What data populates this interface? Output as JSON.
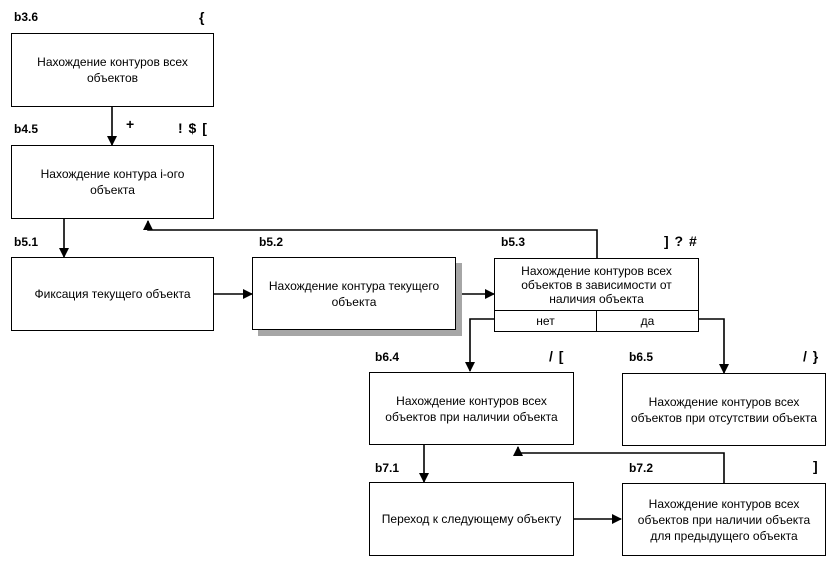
{
  "diagram": {
    "nodes": {
      "b36": {
        "id": "b3.6",
        "symbols": "{",
        "text": "Нахождение контуров всех объектов"
      },
      "b45": {
        "id": "b4.5",
        "symbols": "! $ [",
        "text": "Нахождение контура i-ого объекта"
      },
      "b51": {
        "id": "b5.1",
        "symbols": "",
        "text": "Фиксация текущего объекта"
      },
      "b52": {
        "id": "b5.2",
        "symbols": "",
        "text": "Нахождение контура текущего объекта"
      },
      "b53": {
        "id": "b5.3",
        "symbols": "] ? #",
        "text": "Нахождение контуров всех объектов в зависимости от наличия объекта",
        "no": "нет",
        "yes": "да"
      },
      "b64": {
        "id": "b6.4",
        "symbols": "/ [",
        "text": "Нахождение контуров всех объектов при наличии объекта"
      },
      "b65": {
        "id": "b6.5",
        "symbols": "/ }",
        "text": "Нахождение контуров всех объектов при отсутствии объекта"
      },
      "b71": {
        "id": "b7.1",
        "symbols": "",
        "text": "Переход к следующему объекту"
      },
      "b72": {
        "id": "b7.2",
        "symbols": "]",
        "text": "Нахождение контуров всех объектов при наличии объекта для предыдущего объекта"
      }
    },
    "edge_labels": {
      "b36_to_b45": "+"
    }
  }
}
